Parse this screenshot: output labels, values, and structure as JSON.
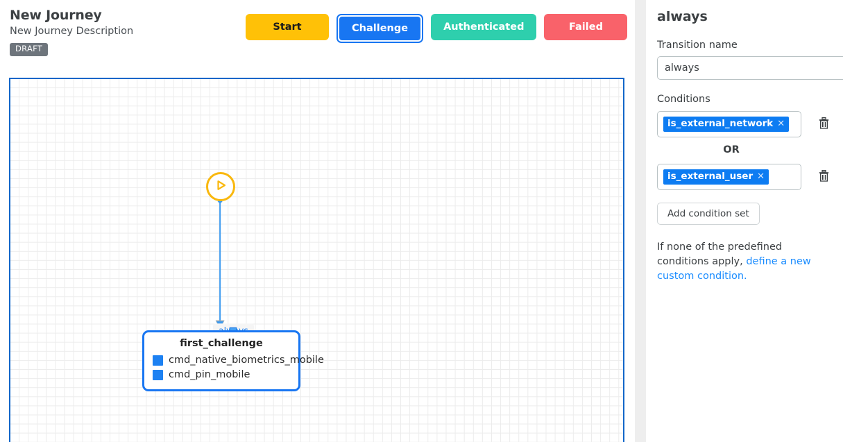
{
  "header": {
    "title": "New Journey",
    "description": "New Journey Description",
    "status_badge": "DRAFT",
    "state_buttons": [
      {
        "label": "Start",
        "color": "#ffc107",
        "selected": false
      },
      {
        "label": "Challenge",
        "color": "#1876f2",
        "selected": true
      },
      {
        "label": "Authenticated",
        "color": "#2ecfad",
        "selected": false
      },
      {
        "label": "Failed",
        "color": "#f9626a",
        "selected": false
      }
    ]
  },
  "canvas": {
    "border_color": "#1266c9",
    "grid_color": "#ececec",
    "start_node": {
      "icon": "play-icon",
      "color": "#f9b80e"
    },
    "edge": {
      "label": "always",
      "color": "#3d9bf0",
      "badge_icon": "condition-badge-icon"
    },
    "challenge_node": {
      "title": "first_challenge",
      "border_color": "#1876f2",
      "items": [
        {
          "label": "cmd_native_biometrics_mobile",
          "color": "#1d81f2"
        },
        {
          "label": "cmd_pin_mobile",
          "color": "#1d81f2"
        }
      ]
    }
  },
  "panel": {
    "title": "always",
    "transition_name_label": "Transition name",
    "transition_name_value": "always",
    "conditions_label": "Conditions",
    "or_label": "OR",
    "condition_sets": [
      {
        "chip": "is_external_network",
        "chip_color": "#0d7cf2",
        "remove_icon": "close-icon",
        "delete_icon": "trash-icon"
      },
      {
        "chip": "is_external_user",
        "chip_color": "#0d7cf2",
        "remove_icon": "close-icon",
        "delete_icon": "trash-icon"
      }
    ],
    "add_condition_set_label": "Add condition set",
    "note_text": "If none of the predefined conditions apply, ",
    "note_link": "define a new custom condition.",
    "note_link_color": "#1a8cff"
  }
}
